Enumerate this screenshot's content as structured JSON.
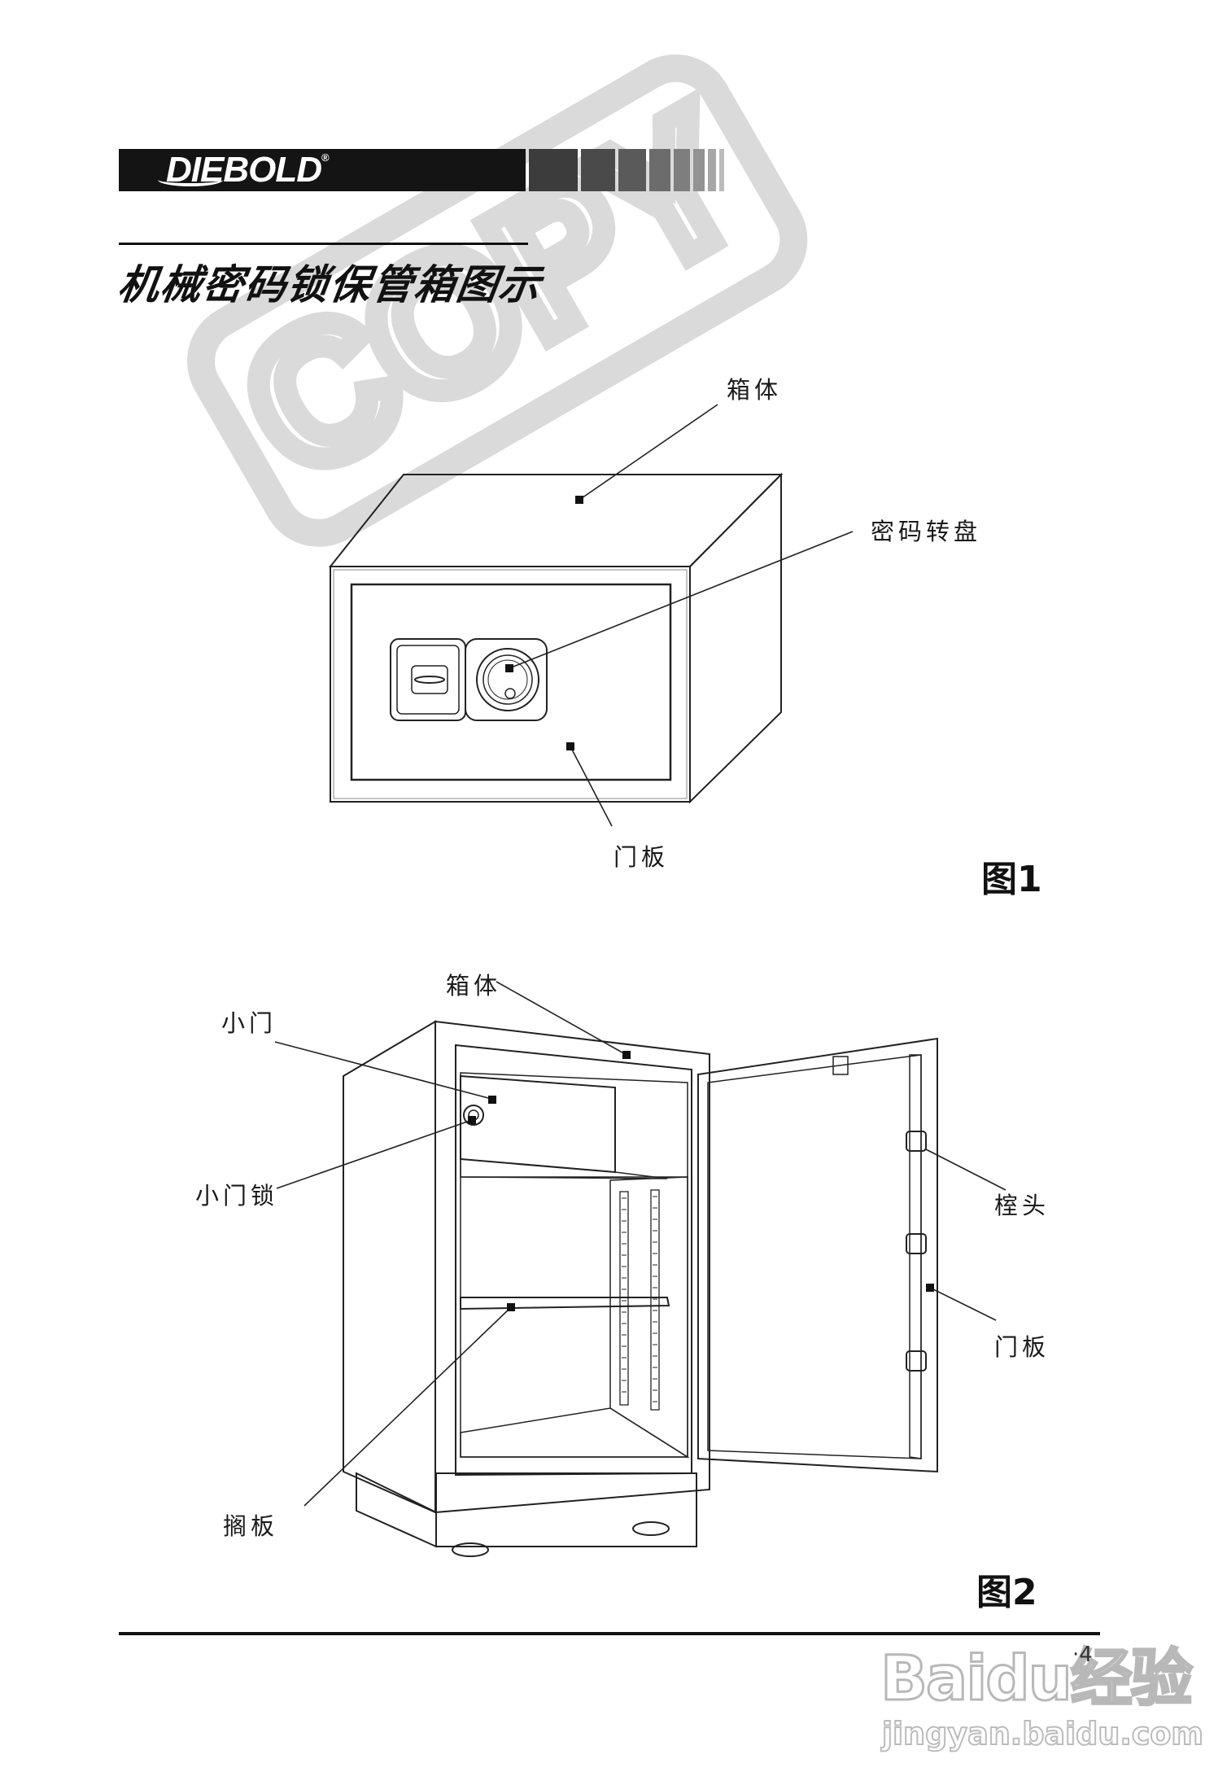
{
  "header": {
    "brand": "DIEBOLD",
    "brand_mark": "®",
    "stamp_text": "COPY",
    "title": "机械密码锁保管箱图示"
  },
  "figure1": {
    "label": "图1",
    "callouts": {
      "body": "箱体",
      "dial": "密码转盘",
      "door": "门板"
    }
  },
  "figure2": {
    "label": "图2",
    "callouts": {
      "body": "箱体",
      "small_door": "小门",
      "small_door_lock": "小门锁",
      "bolt": "榁头",
      "door": "门板",
      "shelf": "搁板"
    }
  },
  "footer": {
    "page_number": "·4",
    "watermark": "Baidu经验",
    "watermark_url": "jingyan.baidu.com"
  }
}
